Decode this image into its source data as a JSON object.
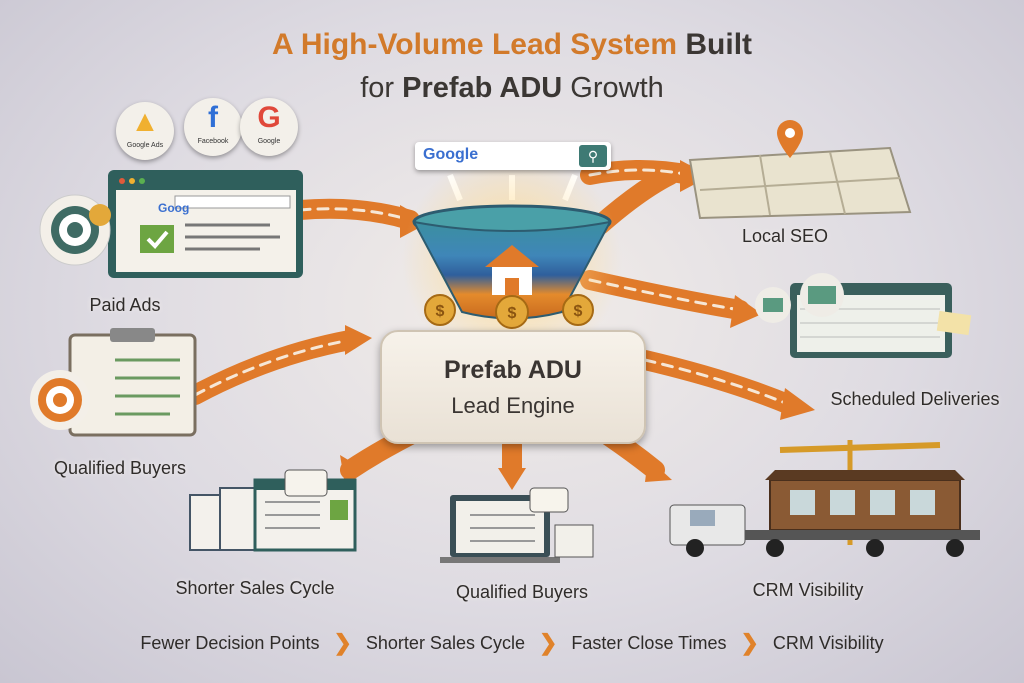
{
  "title": {
    "line1_accent": "A High-Volume Lead System",
    "line1_rest": "Built",
    "line2_pre": "for",
    "line2_bold": "Prefab ADU",
    "line2_post": "Growth"
  },
  "center": {
    "line1": "Prefab ADU",
    "line2": "Lead Engine"
  },
  "ad_sources": [
    {
      "label": "Google Ads",
      "icon": "google-ads-icon"
    },
    {
      "label": "Facebook",
      "icon": "facebook-icon"
    },
    {
      "label": "Google",
      "icon": "google-icon"
    }
  ],
  "search_bar": {
    "logo": "Google"
  },
  "browser": {
    "logo": "Goog"
  },
  "labels": {
    "paid_ads": "Paid Ads",
    "local_seo": "Local SEO",
    "scheduled_deliveries": "Scheduled Deliveries",
    "qualified_buyers_left": "Qualified Buyers",
    "shorter_sales_cycle": "Shorter Sales Cycle",
    "qualified_buyers_bottom": "Qualified Buyers",
    "crm_visibility": "CRM Visibility"
  },
  "banner": [
    "Fewer Decision Points",
    "Shorter Sales Cycle",
    "Faster Close Times",
    "CRM Visibility"
  ],
  "colors": {
    "accent": "#e0822a",
    "teal": "#2f5f5c",
    "text": "#2f2c2a"
  }
}
